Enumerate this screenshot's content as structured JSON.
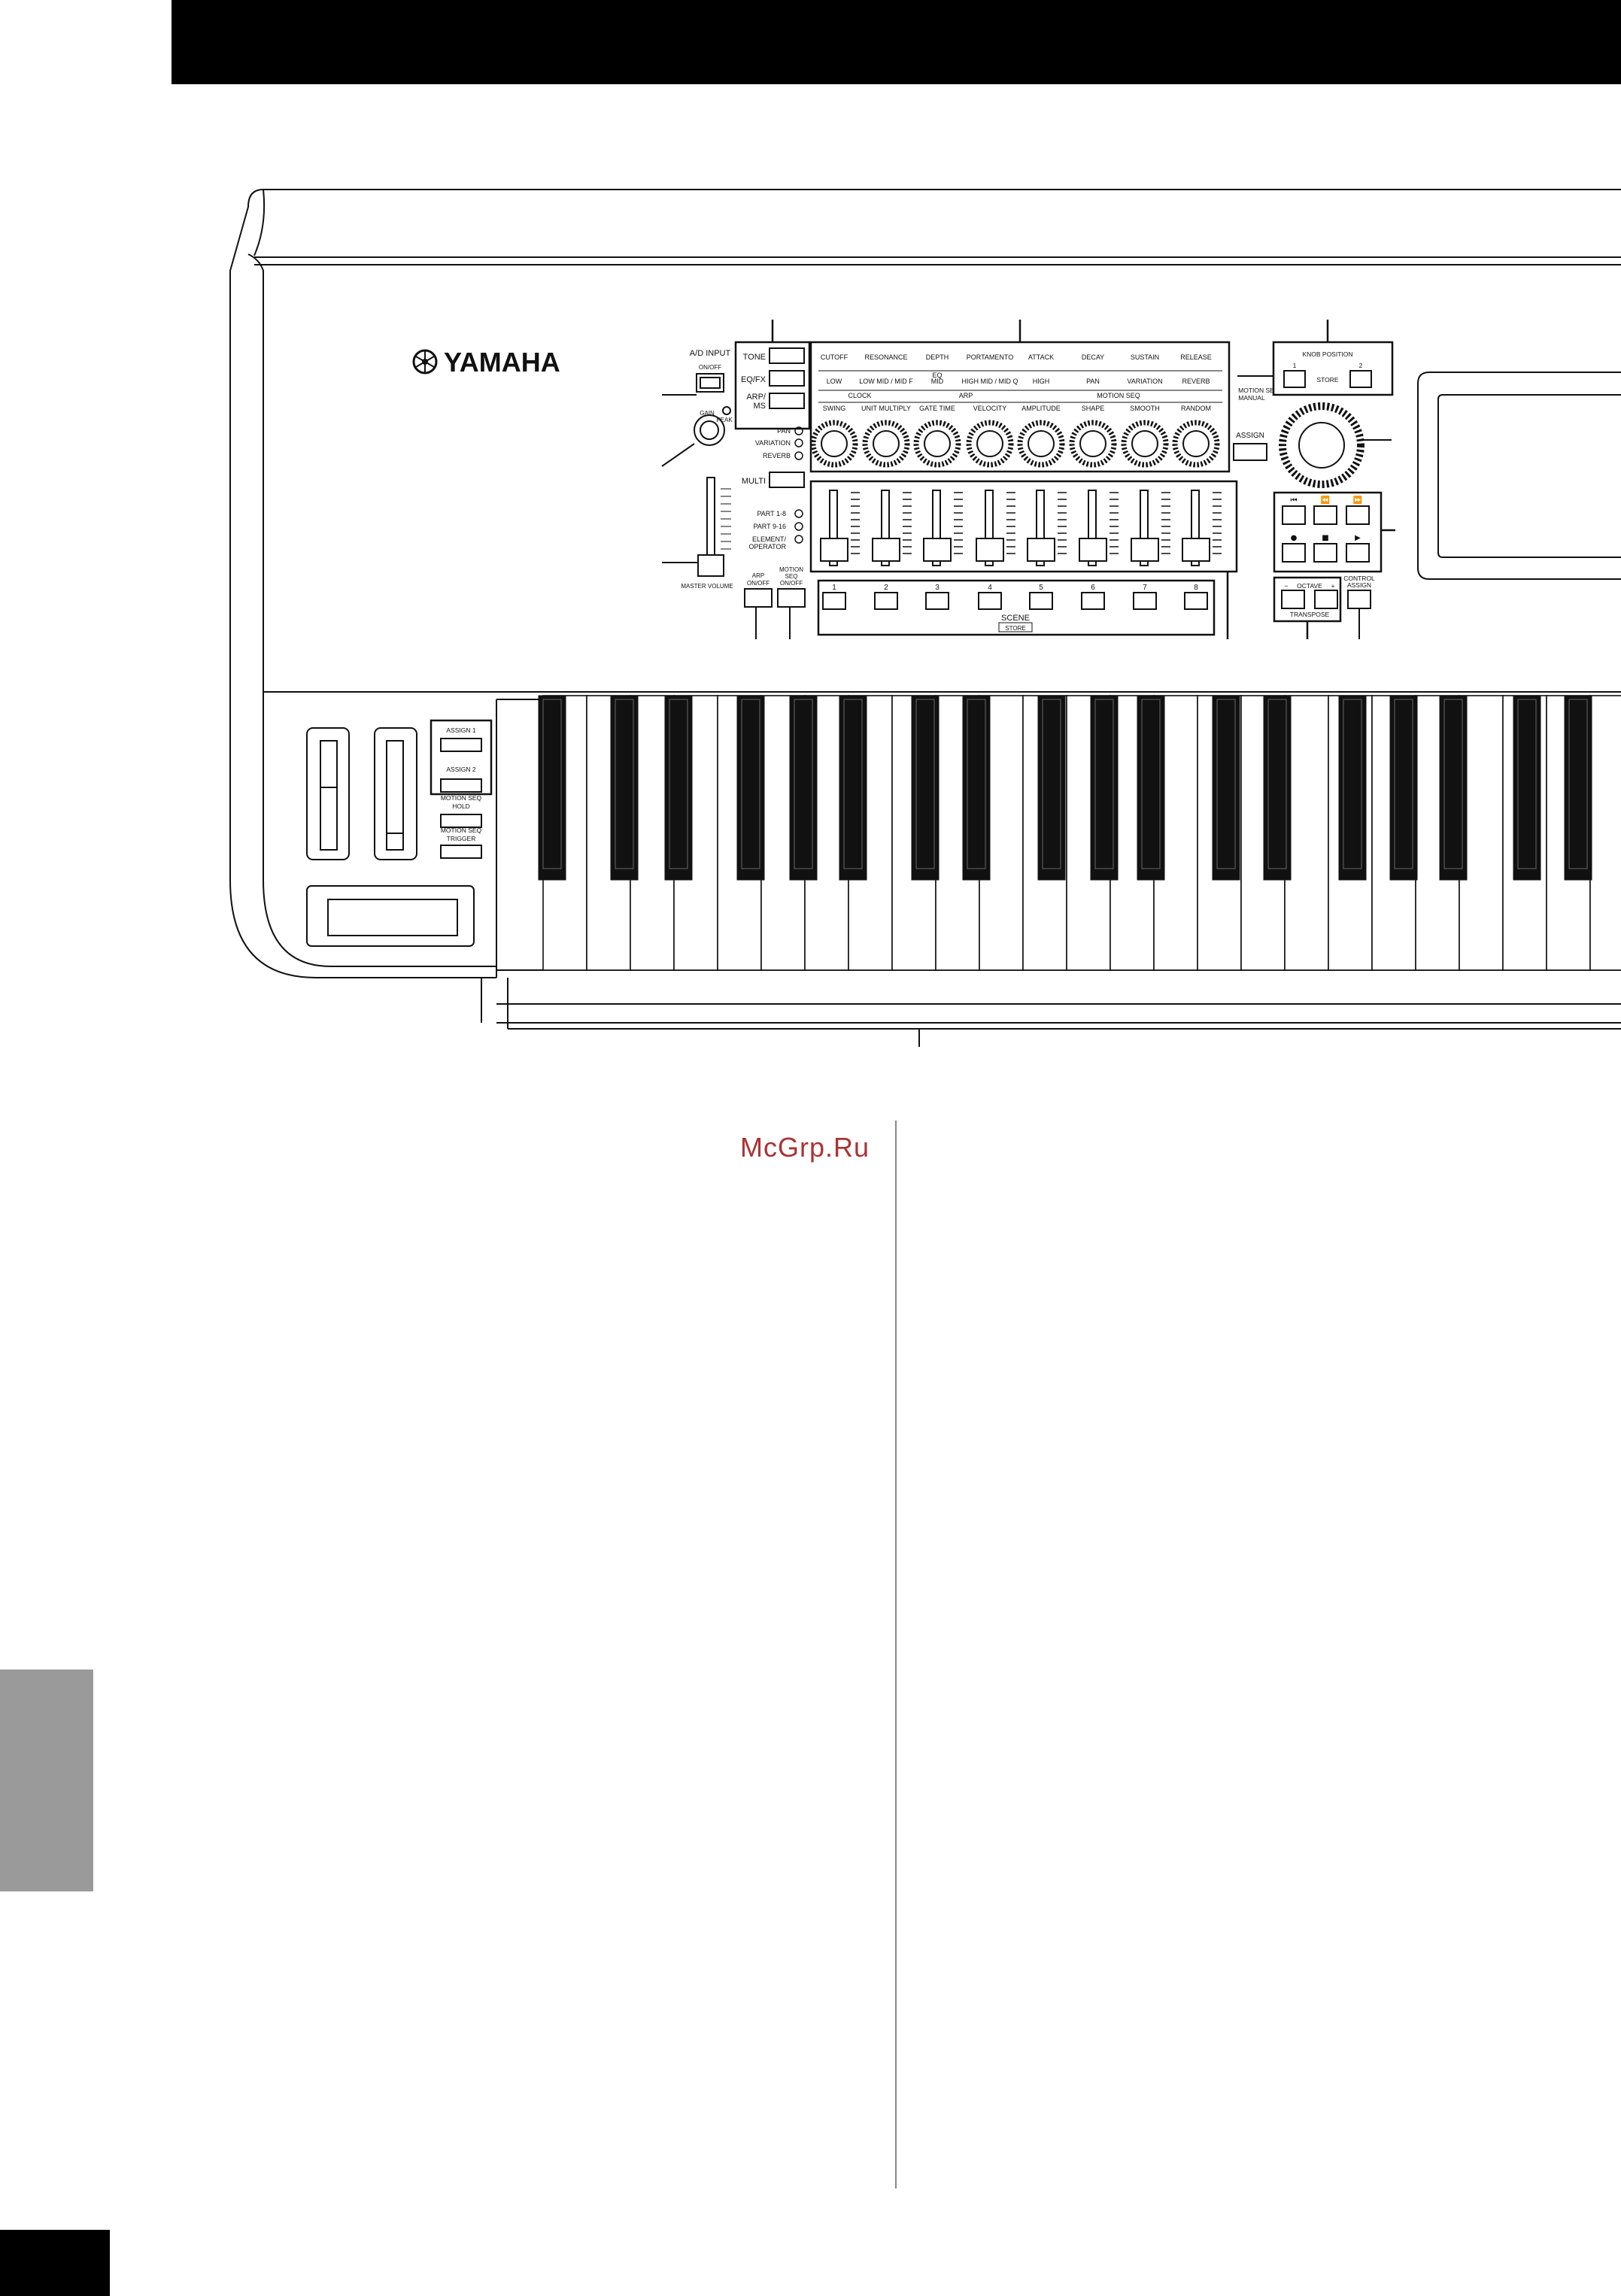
{
  "watermark": "McGrp.Ru",
  "brand": "YAMAHA",
  "panel": {
    "ad_input": "A/D INPUT",
    "on_off": "ON/OFF",
    "gain": "GAIN",
    "peak": "PEAK",
    "master_volume": "MASTER VOLUME",
    "tone": "TONE",
    "eq_fx": "EQ/FX",
    "arp_ms_1": "ARP/",
    "arp_ms_2": "MS",
    "pan": "PAN",
    "variation": "VARIATION",
    "reverb": "REVERB",
    "multi": "MULTI",
    "part_1_8": "PART 1-8",
    "part_9_16": "PART 9-16",
    "element_1": "ELEMENT/",
    "element_2": "OPERATOR",
    "arp_on_off_1": "ARP",
    "arp_on_off_2": "ON/OFF",
    "motion_seq_on_off_1": "MOTION",
    "motion_seq_on_off_2": "SEQ",
    "motion_seq_on_off_3": "ON/OFF",
    "knob_row1": [
      "CUTOFF",
      "RESONANCE",
      "DEPTH",
      "PORTAMENTO",
      "ATTACK",
      "DECAY",
      "SUSTAIN",
      "RELEASE"
    ],
    "eq_header": "EQ",
    "knob_row2": [
      "LOW",
      "LOW MID / MID F",
      "MID",
      "HIGH MID / MID Q",
      "HIGH",
      "PAN",
      "VARIATION",
      "REVERB"
    ],
    "clock_header": "CLOCK",
    "arp_header": "ARP",
    "motion_seq_header": "MOTION SEQ",
    "knob_row3": [
      "SWING",
      "UNIT MULTIPLY",
      "GATE TIME",
      "VELOCITY",
      "AMPLITUDE",
      "SHAPE",
      "SMOOTH",
      "RANDOM"
    ],
    "scene_numbers": [
      "1",
      "2",
      "3",
      "4",
      "5",
      "6",
      "7",
      "8"
    ],
    "scene": "SCENE",
    "store": "STORE",
    "assign": "ASSIGN",
    "knob_position": "KNOB POSITION",
    "kp1": "1",
    "kp2": "2",
    "kp_store": "STORE",
    "motion_seq_manual_1": "MOTION SE",
    "motion_seq_manual_2": "MANUAL",
    "octave": "OCTAVE",
    "transpose": "TRANSPOSE",
    "minus": "−",
    "plus": "+",
    "control_assign_1": "CONTROL",
    "control_assign_2": "ASSIGN",
    "assign_1": "ASSIGN 1",
    "assign_2": "ASSIGN 2",
    "ms_hold_1": "MOTION SEQ",
    "ms_hold_2": "HOLD",
    "ms_trigger_1": "MOTION SEQ",
    "ms_trigger_2": "TRIGGER"
  }
}
